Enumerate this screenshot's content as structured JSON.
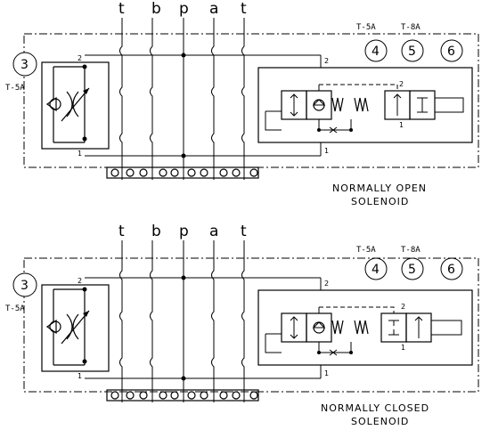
{
  "diagrams": [
    {
      "id": "open",
      "ports": [
        "t",
        "b",
        "p",
        "a",
        "t"
      ],
      "left_circle_number": "3",
      "left_circle_label": "T-5A",
      "top_labels": [
        "T-5A",
        "T-8A"
      ],
      "right_circles": [
        "4",
        "5",
        "6"
      ],
      "left_pin_top": "2",
      "left_pin_bottom": "1",
      "right_pin_top": "2",
      "right_pin_bottom": "1",
      "valve_pin_top": "2",
      "valve_pin_bottom": "1",
      "caption_line1": "NORMALLY OPEN",
      "caption_line2": "SOLENOID"
    },
    {
      "id": "closed",
      "ports": [
        "t",
        "b",
        "p",
        "a",
        "t"
      ],
      "left_circle_number": "3",
      "left_circle_label": "T-5A",
      "top_labels": [
        "T-5A",
        "T-8A"
      ],
      "right_circles": [
        "4",
        "5",
        "6"
      ],
      "left_pin_top": "2",
      "left_pin_bottom": "1",
      "right_pin_top": "2",
      "right_pin_bottom": "1",
      "valve_pin_top": "2",
      "valve_pin_bottom": "1",
      "caption_line1": "NORMALLY CLOSED",
      "caption_line2": "SOLENOID"
    }
  ]
}
